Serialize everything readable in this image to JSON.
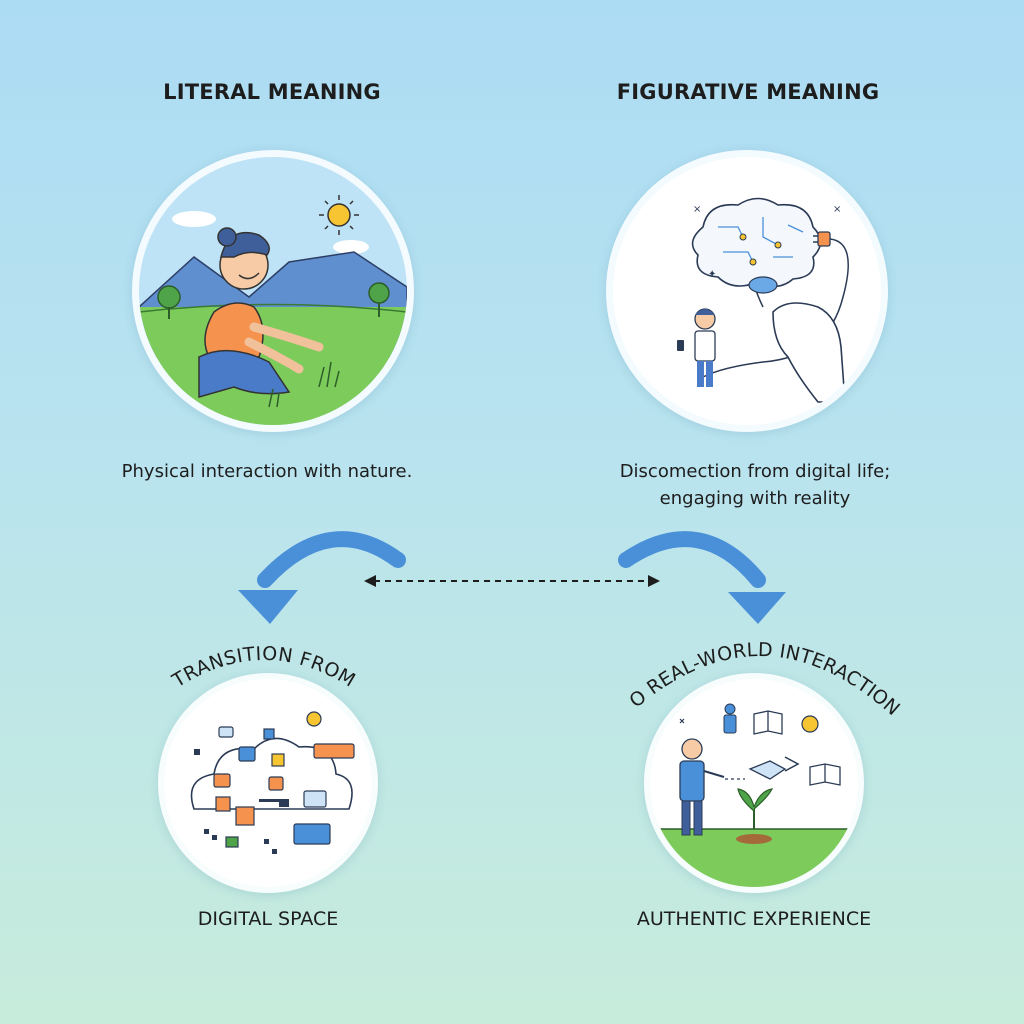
{
  "literal": {
    "heading": "LITERAL MEANING",
    "caption": "Physical interaction with nature."
  },
  "figurative": {
    "heading": "FIGURATIVE MEANING",
    "caption_line1": "Discomection from digital life;",
    "caption_line2": "engaging with reality"
  },
  "transition": {
    "arc_label": "TRANSITION FROM",
    "caption": "DIGITAL SPACE"
  },
  "real_world": {
    "arc_label": "TO REAL-WORLD INTERACTION",
    "caption": "AUTHENTIC EXPERIENCE"
  },
  "colors": {
    "arrow": "#4a90d9",
    "grass": "#7ccb5b",
    "mountain": "#5f8fcf",
    "shirt": "#f5924e",
    "sun": "#f7c531"
  }
}
